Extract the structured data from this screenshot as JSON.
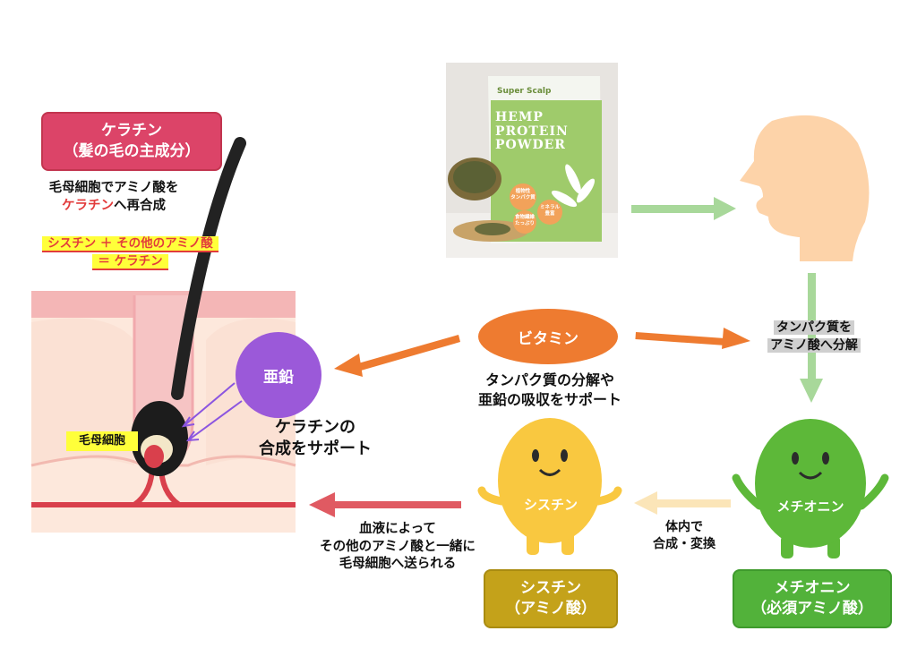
{
  "keratin_box": {
    "line1": "ケラチン",
    "line2": "（髪の毛の主成分）"
  },
  "resynthesis_note": {
    "line1": "毛母細胞でアミノ酸を",
    "line2_highlight": "ケラチン",
    "line2_rest": "へ再合成"
  },
  "formula": {
    "line1": "シスチン ＋ その他のアミノ酸",
    "line2": "＝ ケラチン"
  },
  "zinc_circle": "亜鉛",
  "hair_matrix_label": "毛母細胞",
  "keratin_support": {
    "line1": "ケラチンの",
    "line2": "合成をサポート"
  },
  "product": {
    "brand": "Super Scalp",
    "name_lines": [
      "HEMP",
      "PROTEIN",
      "POWDER"
    ],
    "badge1_lines": [
      "植物性",
      "タンパク質"
    ],
    "badge2_lines": [
      "ミネラル",
      "豊富"
    ],
    "badge3_lines": [
      "食物繊維",
      "たっぷり"
    ]
  },
  "vitamin_bubble": "ビタミン",
  "vitamin_note": {
    "line1": "タンパク質の分解や",
    "line2": "亜鉛の吸収をサポート"
  },
  "protein_breakdown": {
    "line1": "タンパク質を",
    "line2": "アミノ酸へ分解"
  },
  "methionine_char": "メチオニン",
  "methionine_box": {
    "line1": "メチオニン",
    "line2": "（必須アミノ酸）"
  },
  "conversion_note": {
    "line1": "体内で",
    "line2": "合成・変換"
  },
  "cystine_char": "シスチン",
  "cystine_box": {
    "line1": "シスチン",
    "line2": "（アミノ酸）"
  },
  "blood_note": {
    "line1": "血液によって",
    "line2": "その他のアミノ酸と一緒に",
    "line3": "毛母細胞へ送られる"
  },
  "colors": {
    "keratin_box": "#dc4468",
    "zinc": "#9b59d9",
    "vitamin": "#ee7b30",
    "methionine": "#5db839",
    "methionine_box": "#52b23a",
    "cystine": "#f9c840",
    "cystine_box": "#c4a21a",
    "skin": "#fde7d8",
    "face": "#fdd3a9",
    "arrow_green": "#a8d89a",
    "arrow_red": "#e05a62"
  }
}
